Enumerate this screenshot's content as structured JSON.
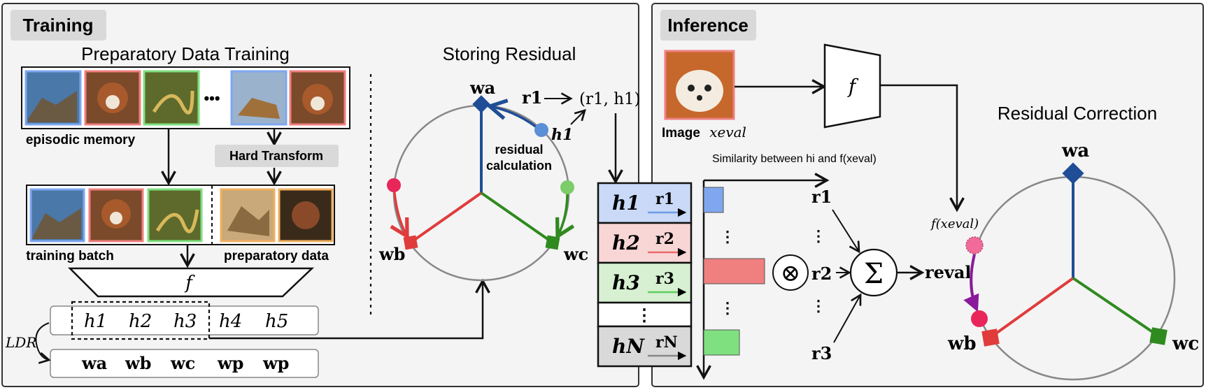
{
  "training": {
    "tag": "Training",
    "prep_title": "Preparatory Data Training",
    "storing_title": "Storing Residual",
    "episodic_label": "episodic memory",
    "ellipsis": "•••",
    "hard_transform": "Hard Transform",
    "training_batch_label": "training batch",
    "prep_data_label": "preparatory data",
    "f": "f",
    "features": [
      "h1",
      "h2",
      "h3",
      "h4",
      "h5"
    ],
    "weights": [
      "wa",
      "wb",
      "wc",
      "wp",
      "wp"
    ],
    "loss": "LDR",
    "residual_calc_line1": "residual",
    "residual_calc_line2": "calculation",
    "wa": "wa",
    "wb": "wb",
    "wc": "wc",
    "r1": "r1",
    "h1": "h1",
    "pair": "(r1, h1)"
  },
  "memory_table": {
    "rows": [
      {
        "h": "h1",
        "r": "r1",
        "bg": "#c9d9f7",
        "arrow": "#6f9be8"
      },
      {
        "h": "h2",
        "r": "r2",
        "bg": "#f8d6d6",
        "arrow": "#e86a6a"
      },
      {
        "h": "h3",
        "r": "r3",
        "bg": "#d6f0d1",
        "arrow": "#5fcf5f"
      },
      {
        "h": "⋮",
        "r": "",
        "bg": "#ffffff",
        "arrow": ""
      },
      {
        "h": "hN",
        "r": "rN",
        "bg": "#d9d9d9",
        "arrow": "#888888"
      }
    ]
  },
  "inference": {
    "tag": "Inference",
    "image_label": "Image",
    "image_var": "xeval",
    "f": "f",
    "residual_correction_title": "Residual Correction",
    "similarity_label": "Similarity between hi and f(xeval)",
    "f_xeval": "f(xeval)",
    "otimes": "⊗",
    "sigma": "Σ",
    "r_eval": "reval",
    "r_labels": [
      "r1",
      "r2",
      "r3"
    ],
    "bars": [
      {
        "color": "#7fa7f0",
        "value": 0.3
      },
      {
        "color": "#f07f7f",
        "value": 0.95
      },
      {
        "color": "#7fe07f",
        "value": 0.55
      }
    ],
    "wa": "wa",
    "wb": "wb",
    "wc": "wc"
  },
  "colors": {
    "blue": "#1f4e96",
    "red": "#e03c3c",
    "green": "#2f8a1f",
    "purple": "#8a1a9b",
    "panel_bg": "#f4f4f4",
    "tag_bg": "#d9d9d9"
  }
}
